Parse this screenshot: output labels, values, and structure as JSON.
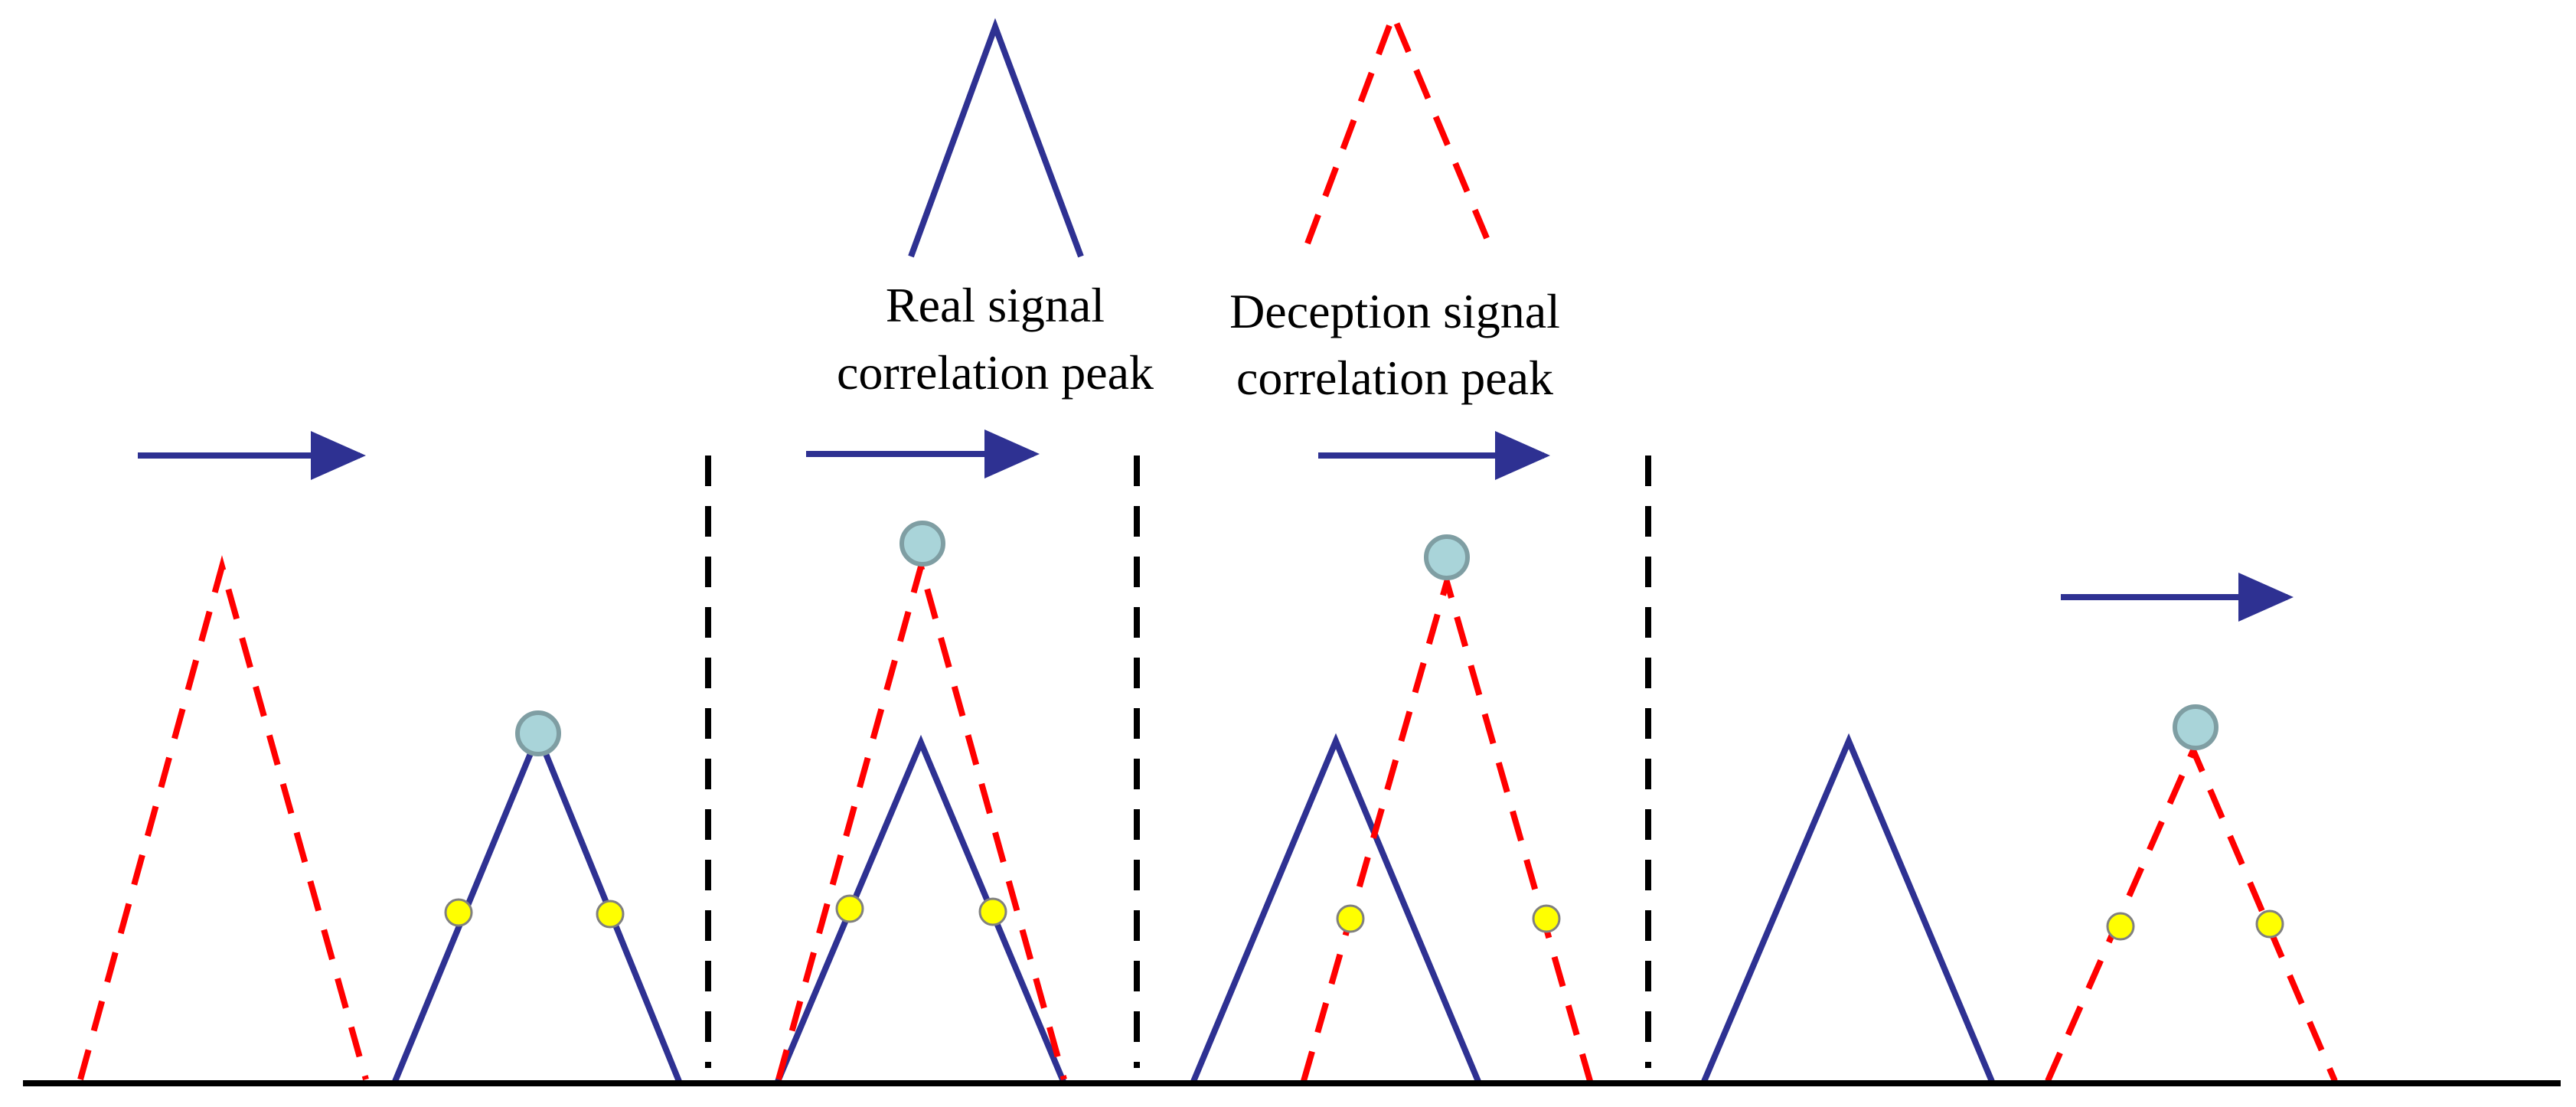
{
  "legend": {
    "real_peak_label_line1": "Real signal",
    "real_peak_label_line2": "correlation peak",
    "deception_peak_label_line1": "Deception signal",
    "deception_peak_label_line2": "correlation peak"
  },
  "colors": {
    "real_signal": "#2e3192",
    "deception_signal": "#ff0000",
    "prompt_point": "#a9d4d9",
    "early_late_point": "#ffff00",
    "separator": "#000000",
    "baseline": "#000000"
  },
  "icons": {
    "prompt_point": "circle",
    "early_late_point": "circle",
    "direction_arrow": "arrow-right"
  }
}
